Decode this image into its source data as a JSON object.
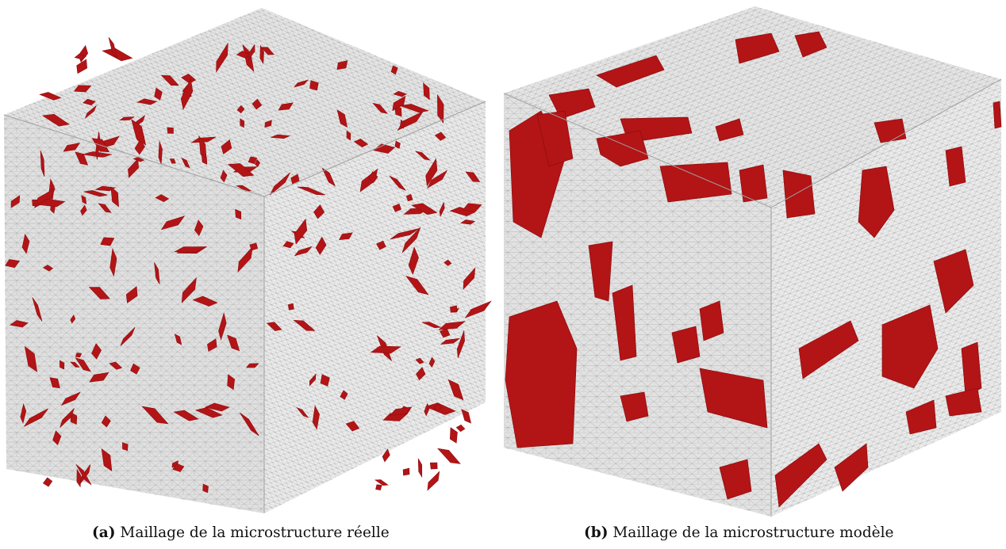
{
  "figure": {
    "panels": [
      {
        "tag": "(a)",
        "caption": "Maillage de la microstructure réelle",
        "inclusion_style": "small irregular elongated clusters"
      },
      {
        "tag": "(b)",
        "caption": "Maillage de la microstructure modèle",
        "inclusion_style": "large polygonal aggregates"
      }
    ]
  },
  "colors": {
    "matrix_light": "#e8e8e8",
    "matrix_mid": "#dcdcdc",
    "matrix_dark": "#cfcfcf",
    "mesh_line": "#8a8a8a",
    "inclusion": "#b31416",
    "inclusion_dark": "#8e0e10"
  }
}
